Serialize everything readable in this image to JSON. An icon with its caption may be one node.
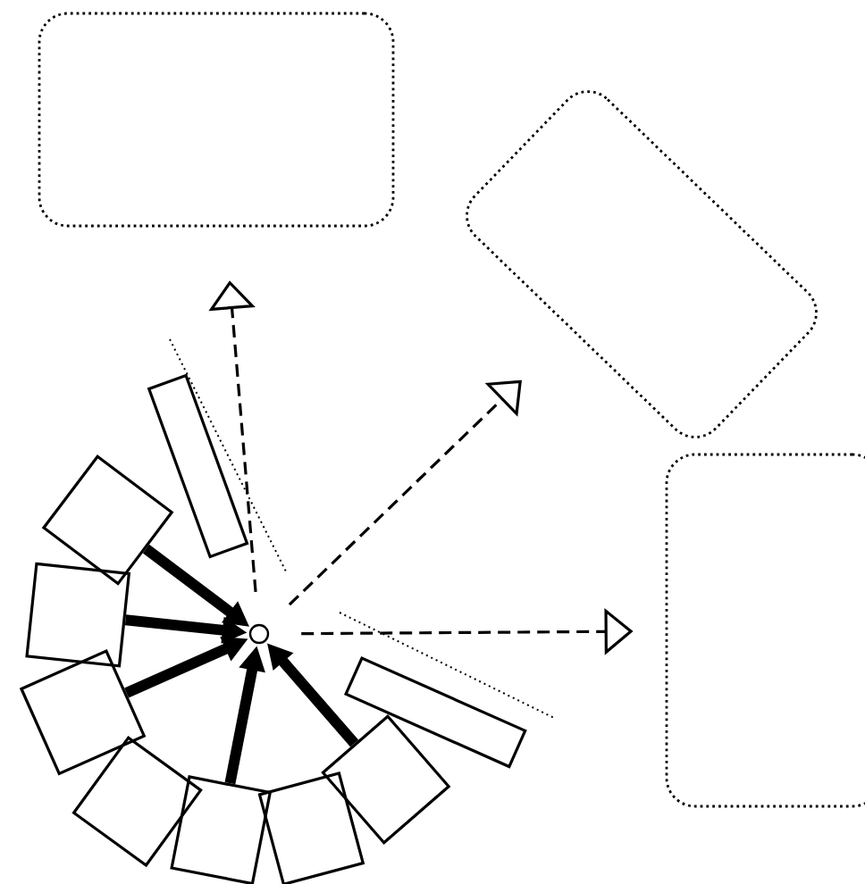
{
  "diagram": {
    "nodes": [
      {
        "text": [],
        "shape": "box"
      },
      {
        "text": [],
        "shape": "box"
      },
      {
        "text": [],
        "shape": "box"
      },
      {
        "text": [],
        "shape": "circle"
      },
      {
        "text": [],
        "shape": "bar"
      },
      {
        "text": [],
        "shape": "trapezoid"
      },
      {
        "text": [],
        "shape": "trapezoid"
      },
      {
        "text": [],
        "shape": "trapezoid"
      },
      {
        "text": [],
        "shape": "trapezoid"
      },
      {
        "text": [],
        "shape": "trapezoid"
      },
      {
        "text": [],
        "shape": "trapezoid"
      },
      {
        "text": [],
        "shape": "trapezoid"
      },
      {
        "text": [],
        "shape": "bar"
      }
    ],
    "edges": [
      {
        "from": 5,
        "to": 3,
        "arrow": "to"
      },
      {
        "from": 6,
        "to": 3,
        "arrow": "to"
      },
      {
        "from": 7,
        "to": 3,
        "arrow": "to"
      },
      {
        "from": 9,
        "to": 3,
        "arrow": "to"
      },
      {
        "from": 11,
        "to": 3,
        "arrow": "to"
      },
      {
        "from": 3,
        "to": 0,
        "arrow": "to",
        "style": "dashed"
      },
      {
        "from": 3,
        "to": 1,
        "arrow": "to",
        "style": "dashed"
      },
      {
        "from": 3,
        "to": 2,
        "arrow": "to",
        "style": "dashed"
      }
    ]
  }
}
